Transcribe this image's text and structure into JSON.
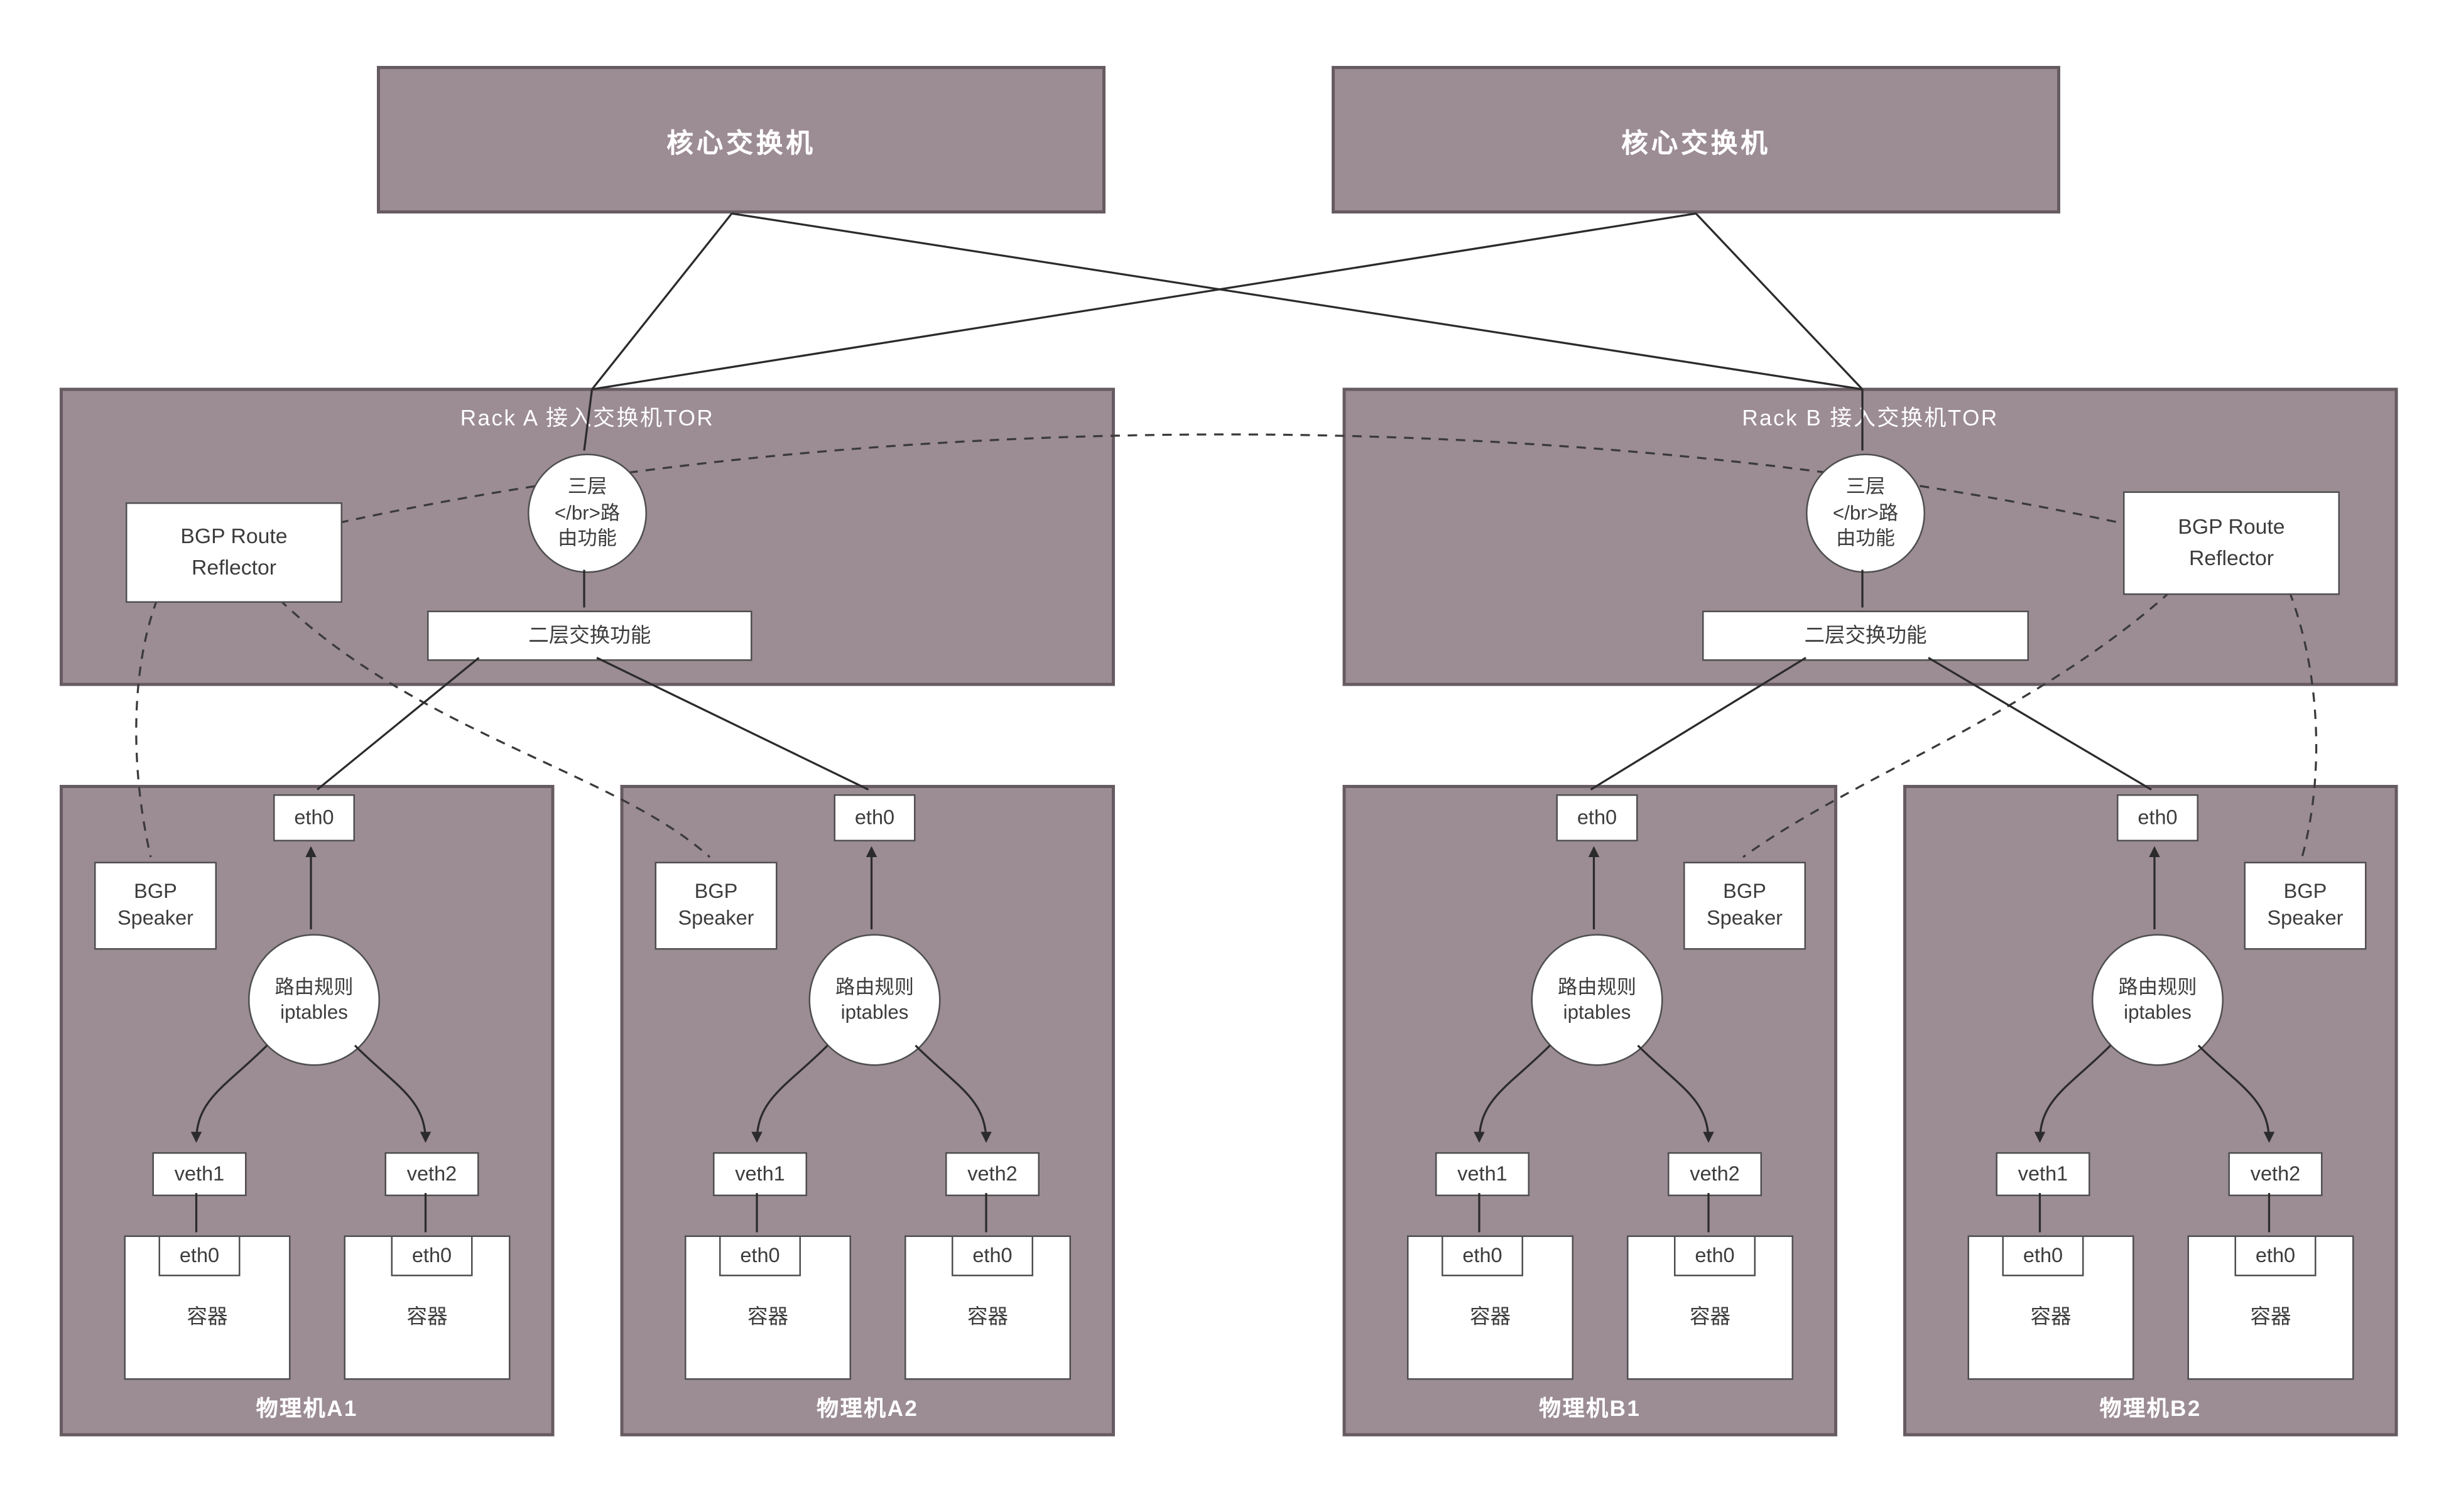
{
  "colors": {
    "panel_fill": "#9c8c94",
    "panel_border": "#675b62",
    "node_fill": "#ffffff",
    "node_border": "#4f4f4f",
    "solid_line": "#2b2b2b",
    "dashed_line": "#3a3a3a",
    "text_light": "#ffffff",
    "text_dark": "#3c3c3c",
    "background": "#ffffff"
  },
  "core_switches": [
    {
      "label": "核心交换机"
    },
    {
      "label": "核心交换机"
    }
  ],
  "rack_a": {
    "title": "Rack A 接入交换机TOR",
    "route_reflector": [
      "BGP Route",
      "Reflector"
    ],
    "l3": [
      "三层",
      "</br>路",
      "由功能"
    ],
    "l2": "二层交换功能"
  },
  "rack_b": {
    "title": "Rack B 接入交换机TOR",
    "route_reflector": [
      "BGP Route",
      "Reflector"
    ],
    "l3": [
      "三层",
      "</br>路",
      "由功能"
    ],
    "l2": "二层交换功能"
  },
  "machines": [
    {
      "label": "物理机A1",
      "eth0": "eth0",
      "speaker": [
        "BGP",
        "Speaker"
      ],
      "iptables": [
        "路由规则",
        "iptables"
      ],
      "veth1": "veth1",
      "veth2": "veth2",
      "containers": [
        {
          "eth0": "eth0",
          "label": "容器"
        },
        {
          "eth0": "eth0",
          "label": "容器"
        }
      ]
    },
    {
      "label": "物理机A2",
      "eth0": "eth0",
      "speaker": [
        "BGP",
        "Speaker"
      ],
      "iptables": [
        "路由规则",
        "iptables"
      ],
      "veth1": "veth1",
      "veth2": "veth2",
      "containers": [
        {
          "eth0": "eth0",
          "label": "容器"
        },
        {
          "eth0": "eth0",
          "label": "容器"
        }
      ]
    },
    {
      "label": "物理机B1",
      "eth0": "eth0",
      "speaker": [
        "BGP",
        "Speaker"
      ],
      "iptables": [
        "路由规则",
        "iptables"
      ],
      "veth1": "veth1",
      "veth2": "veth2",
      "containers": [
        {
          "eth0": "eth0",
          "label": "容器"
        },
        {
          "eth0": "eth0",
          "label": "容器"
        }
      ]
    },
    {
      "label": "物理机B2",
      "eth0": "eth0",
      "speaker": [
        "BGP",
        "Speaker"
      ],
      "iptables": [
        "路由规则",
        "iptables"
      ],
      "veth1": "veth1",
      "veth2": "veth2",
      "containers": [
        {
          "eth0": "eth0",
          "label": "容器"
        },
        {
          "eth0": "eth0",
          "label": "容器"
        }
      ]
    }
  ]
}
